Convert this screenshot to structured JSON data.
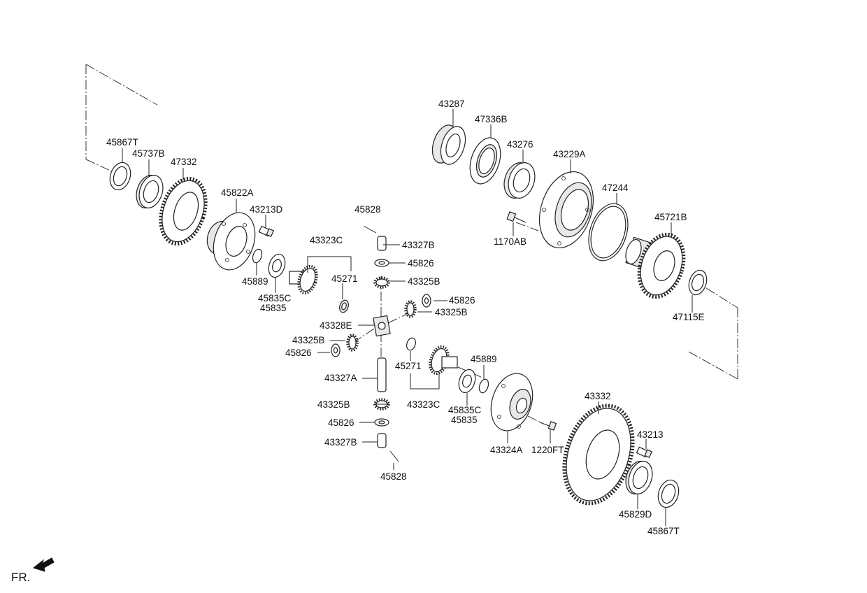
{
  "labels": {
    "l45867T_top": "45867T",
    "l45737B": "45737B",
    "l47332": "47332",
    "l45822A": "45822A",
    "l43213D": "43213D",
    "l45889_left": "45889",
    "l45835C_left": "45835C",
    "l45835_left": "45835",
    "l43323C_top": "43323C",
    "l45271_top": "45271",
    "l45828_top": "45828",
    "l43327B_top": "43327B",
    "l45826_1": "45826",
    "l43325B_1": "43325B",
    "l45826_2": "45826",
    "l43325B_2": "43325B",
    "l43328E": "43328E",
    "l43325B_3": "43325B",
    "l45826_3": "45826",
    "l43327A": "43327A",
    "l43325B_4": "43325B",
    "l45826_4": "45826",
    "l43327B_bot": "43327B",
    "l45828_bot": "45828",
    "l45271_bot": "45271",
    "l43323C_bot": "43323C",
    "l45889_right": "45889",
    "l45835C_right": "45835C",
    "l45835_right": "45835",
    "l43324A": "43324A",
    "l1220FT": "1220FT",
    "l43332": "43332",
    "l43213": "43213",
    "l45829D": "45829D",
    "l45867T_bot": "45867T",
    "l43287": "43287",
    "l47336B": "47336B",
    "l43276": "43276",
    "l43229A": "43229A",
    "l47244": "47244",
    "l45721B": "45721B",
    "l1170AB": "1170AB",
    "l47115E": "47115E"
  },
  "direction": {
    "label": "FR.",
    "arrow_icon": "front-direction-arrow-icon"
  }
}
